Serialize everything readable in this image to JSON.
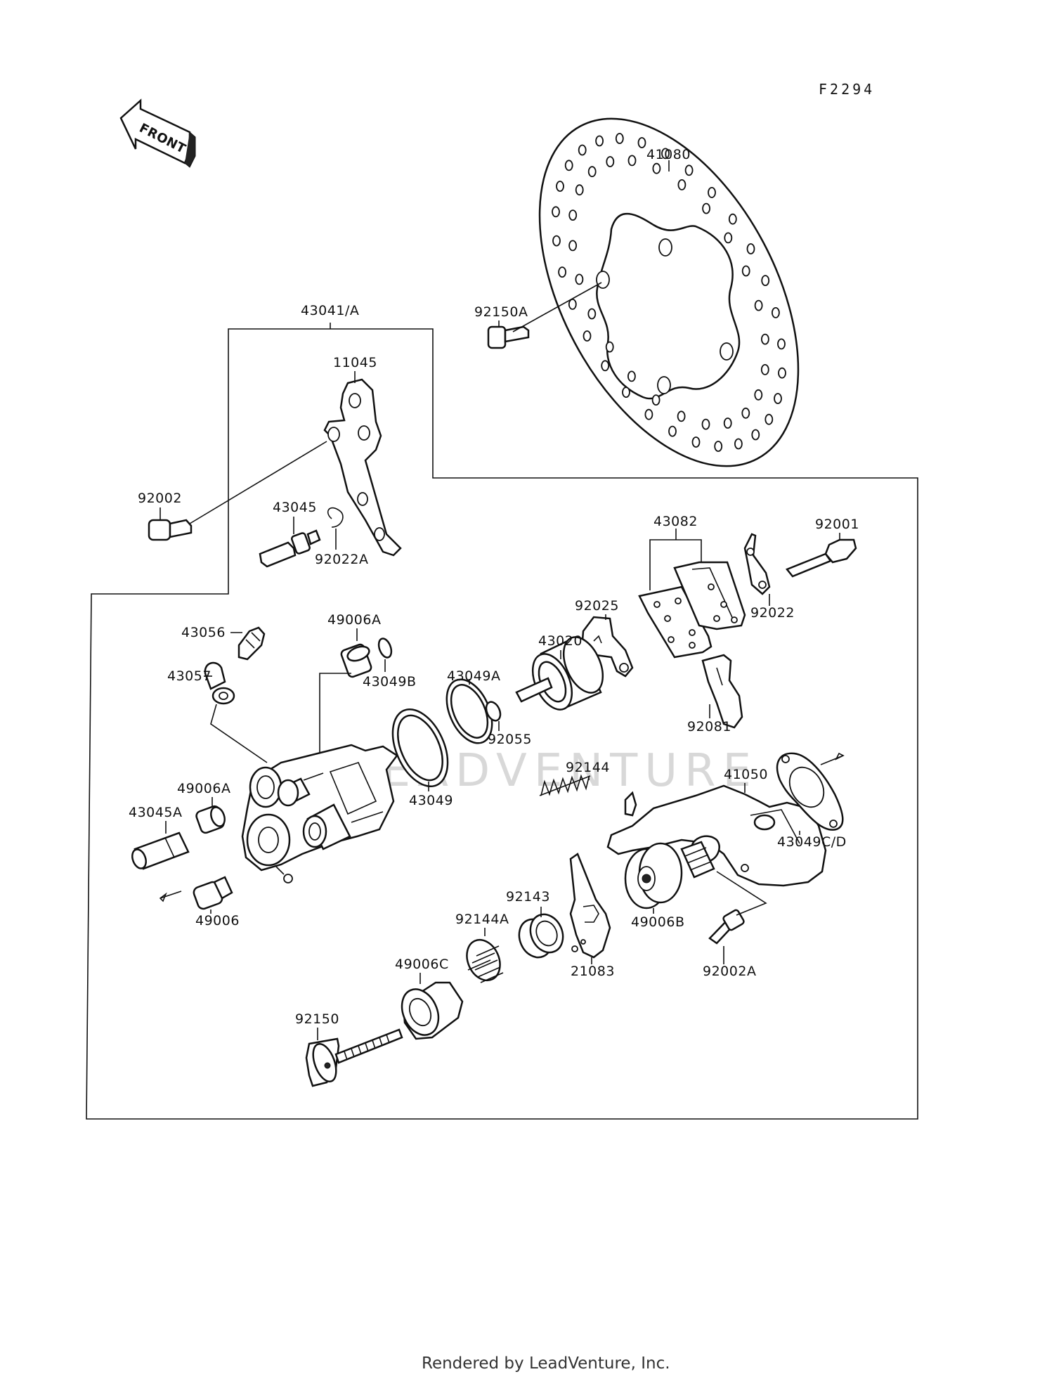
{
  "diagram_code": "F2294",
  "front_badge": "FRONT",
  "watermark": "LEADVENTURE",
  "footer": "Rendered by LeadVenture, Inc.",
  "parts": {
    "p41080": "41080",
    "p92150A": "92150A",
    "p43041A": "43041/A",
    "p11045": "11045",
    "p92002": "92002",
    "p43045": "43045",
    "p92022A": "92022A",
    "p43082": "43082",
    "p92001": "92001",
    "p92025": "92025",
    "p92022": "92022",
    "p43020": "43020",
    "p43056": "43056",
    "p49006A_top": "49006A",
    "p43049B": "43049B",
    "p43057": "43057",
    "p43049A": "43049A",
    "p92055": "92055",
    "p92081": "92081",
    "p92144": "92144",
    "p41050": "41050",
    "p49006A_left": "49006A",
    "p43049": "43049",
    "p43045A": "43045A",
    "p43049CD": "43049C/D",
    "p49006": "49006",
    "p92143": "92143",
    "p92144A": "92144A",
    "p49006B": "49006B",
    "p49006C": "49006C",
    "p21083": "21083",
    "p92002A": "92002A",
    "p92150": "92150"
  }
}
